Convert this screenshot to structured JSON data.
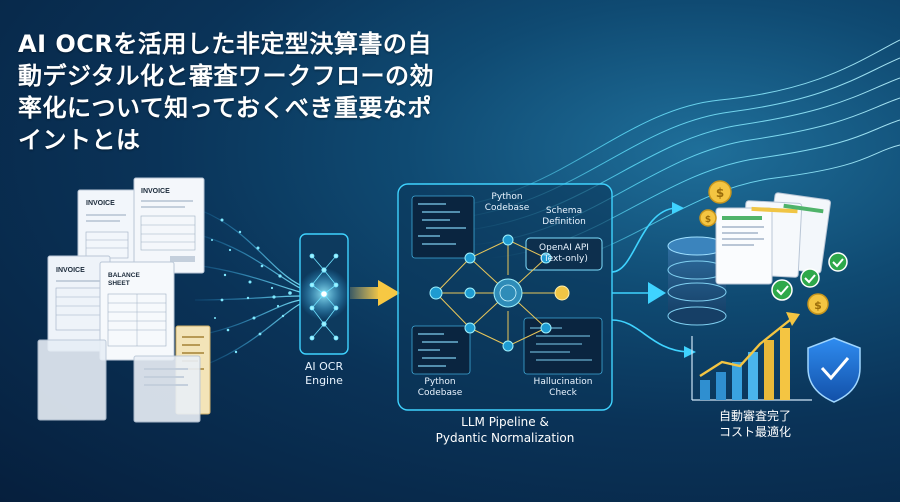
{
  "title": "AI OCRを活用した非定型決算書の自動デジタル化と審査ワークフローの効率化について知っておくべき重要なポイントとは",
  "documents": {
    "invoice_1": "INVOICE",
    "invoice_2": "INVOICE",
    "invoice_3": "INVOICE",
    "balance_sheet_line1": "BALANCE",
    "balance_sheet_line2": "SHEET"
  },
  "ocr_engine": {
    "line1": "AI OCR",
    "line2": "Engine"
  },
  "pipeline": {
    "python_codebase_top_line1": "Python",
    "python_codebase_top_line2": "Codebase",
    "schema_definition_line1": "Schema",
    "schema_definition_line2": "Definition",
    "openai_api_line1": "OpenAI API",
    "openai_api_line2": "(Text-only)",
    "python_codebase_bottom_line1": "Python",
    "python_codebase_bottom_line2": "Codebase",
    "hallucination_check_line1": "Hallucination",
    "hallucination_check_line2": "Check",
    "caption_line1": "LLM Pipeline &",
    "caption_line2": "Pydantic Normalization"
  },
  "outcome": {
    "line1": "自動審査完了",
    "line2": "コスト最適化"
  },
  "colors": {
    "accent_cyan": "#3fd3ff",
    "accent_gold": "#f4c542",
    "check_green": "#2ea84a",
    "shield_blue": "#1c6fd1"
  }
}
